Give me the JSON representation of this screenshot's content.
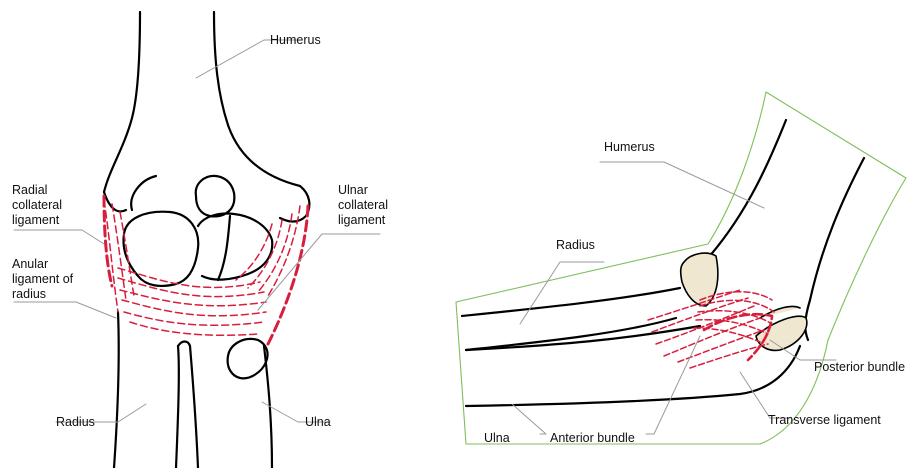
{
  "colors": {
    "outline": "#000000",
    "ligament": "#d81e3c",
    "leader": "#9a9a9a",
    "skin": "#7fbf5a",
    "cartilage": "#efe7cf"
  },
  "left_figure": {
    "labels": {
      "humerus": "Humerus",
      "radial_collateral_ligament": "Radial\ncollateral\nligament",
      "ulnar_collateral_ligament": "Ulnar\ncollateral\nligament",
      "anular_ligament_of_radius": "Anular\nligament of\nradius",
      "radius": "Radius",
      "ulna": "Ulna"
    }
  },
  "right_figure": {
    "labels": {
      "humerus": "Humerus",
      "radius": "Radius",
      "ulna": "Ulna",
      "anterior_bundle": "Anterior bundle",
      "posterior_bundle": "Posterior bundle",
      "transverse_ligament": "Transverse ligament"
    }
  }
}
